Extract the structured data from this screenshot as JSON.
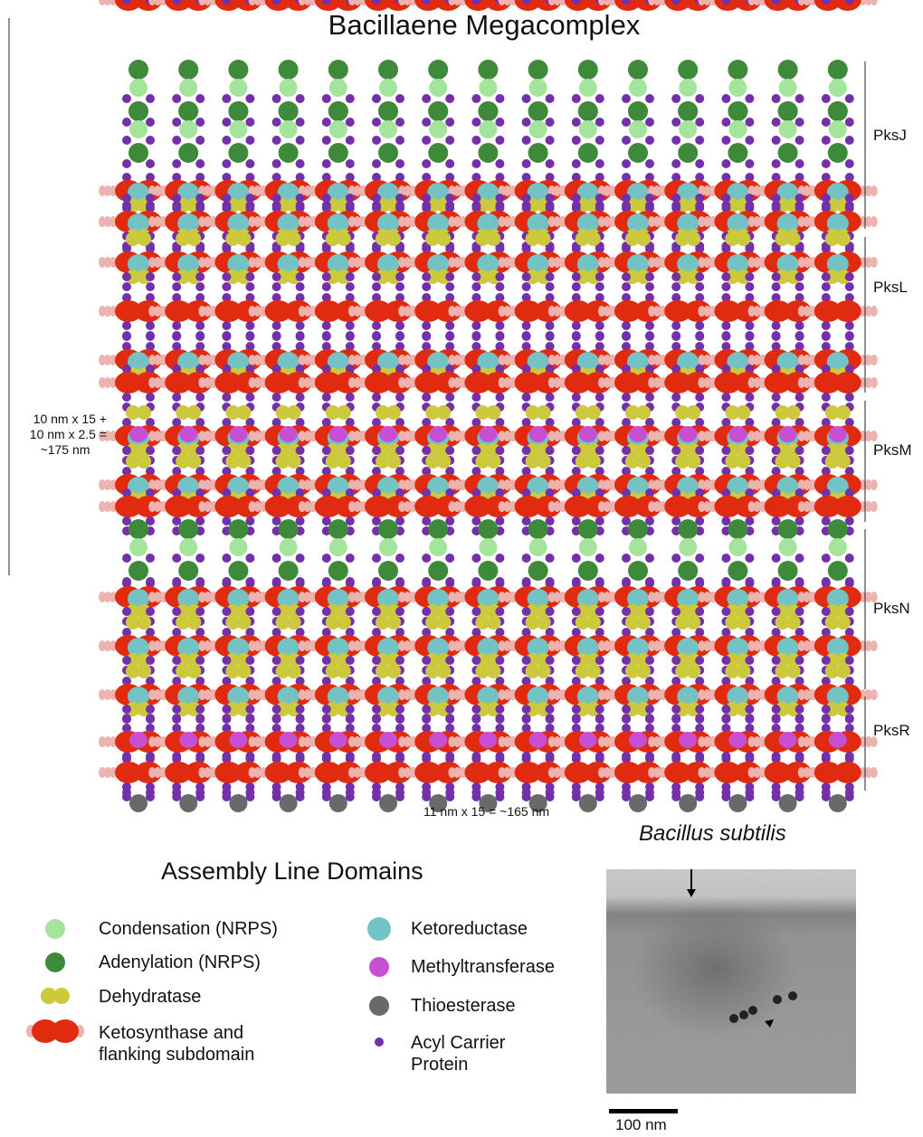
{
  "title": "Bacillaene Megacomplex",
  "dimensions": {
    "vertical": [
      "10 nm x 15 +",
      "10 nm x 2.5 =",
      "~175 nm"
    ],
    "horizontal": "11 nm x 15 = ~165 nm"
  },
  "segments": [
    {
      "label": "PksJ",
      "rows": [
        "NA",
        "NA",
        "KR",
        "AKR",
        "K"
      ]
    },
    {
      "label": "PksL",
      "rows": [
        "DKR",
        "K",
        "AKR",
        "K"
      ]
    },
    {
      "label": "PksM",
      "rows": [
        "DKRM",
        "DKR",
        "K"
      ]
    },
    {
      "label": "PksN",
      "rows": [
        "NA",
        "KR",
        "DKR",
        "DKR"
      ]
    },
    {
      "label": "PksR",
      "rows": [
        "AKM",
        "K",
        "T"
      ]
    }
  ],
  "columns": 15,
  "legend": {
    "title": "Assembly Line Domains",
    "items": [
      {
        "id": "condensation",
        "label": "Condensation (NRPS)",
        "color": "#a4e49c"
      },
      {
        "id": "adenylation",
        "label": "Adenylation (NRPS)",
        "color": "#3e8a3a"
      },
      {
        "id": "dehydratase",
        "label": "Dehydratase",
        "color": "#cdc93d"
      },
      {
        "id": "ketosynthase",
        "label": "Ketosynthase and flanking subdomain",
        "label_lines": [
          "Ketosynthase and",
          "flanking subdomain"
        ],
        "color": "#e12b10",
        "flank_color": "#eeb3ae"
      },
      {
        "id": "ketoreductase",
        "label": "Ketoreductase",
        "color": "#74c3c4"
      },
      {
        "id": "methyltransferase",
        "label": "Methyltransferase",
        "color": "#c64fd2"
      },
      {
        "id": "thioesterase",
        "label": "Thioesterase",
        "color": "#696969"
      },
      {
        "id": "acp",
        "label": "Acyl Carrier Protein",
        "label_lines": [
          "Acyl Carrier",
          "Protein"
        ],
        "color": "#7430a8"
      }
    ]
  },
  "micrograph": {
    "title": "Bacillus subtilis",
    "scale": "100 nm"
  }
}
